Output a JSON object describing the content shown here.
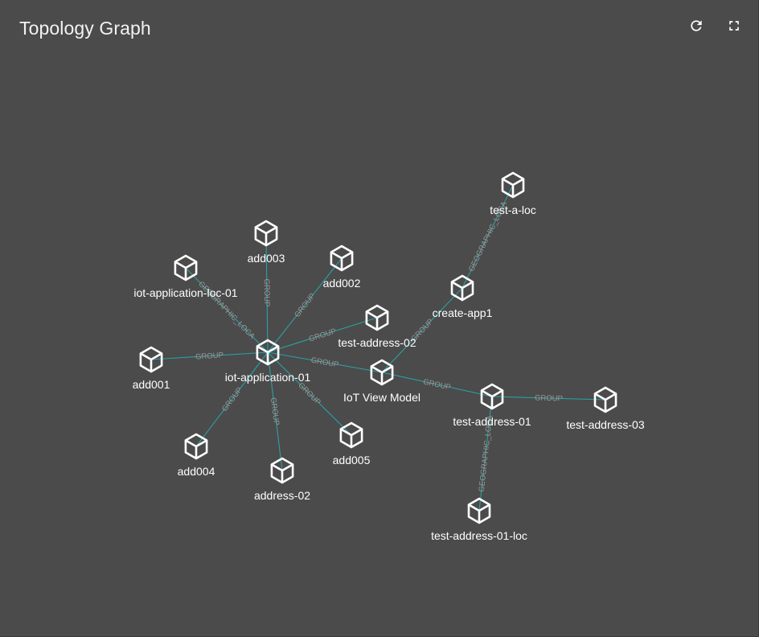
{
  "header": {
    "title": "Topology Graph",
    "refresh_icon": "refresh-icon",
    "fullscreen_icon": "fullscreen-icon"
  },
  "colors": {
    "background": "#4b4b4b",
    "edge": "#2ba0a6",
    "edge_label": "#9a9a9a",
    "node": "#ffffff"
  },
  "graph": {
    "nodes": [
      {
        "id": "add003",
        "label": "add003"
      },
      {
        "id": "add002",
        "label": "add002"
      },
      {
        "id": "iot-application-loc-01",
        "label": "iot-application-loc-01"
      },
      {
        "id": "test-address-02",
        "label": "test-address-02"
      },
      {
        "id": "add001",
        "label": "add001"
      },
      {
        "id": "iot-application-01",
        "label": "iot-application-01"
      },
      {
        "id": "iot-view-model",
        "label": "IoT View Model"
      },
      {
        "id": "add004",
        "label": "add004"
      },
      {
        "id": "address-02",
        "label": "address-02"
      },
      {
        "id": "add005",
        "label": "add005"
      },
      {
        "id": "test-a-loc",
        "label": "test-a-loc"
      },
      {
        "id": "create-app1",
        "label": "create-app1"
      },
      {
        "id": "test-address-01",
        "label": "test-address-01"
      },
      {
        "id": "test-address-03",
        "label": "test-address-03"
      },
      {
        "id": "test-address-01-loc",
        "label": "test-address-01-loc"
      }
    ],
    "edges": [
      {
        "from": "iot-application-01",
        "to": "add003",
        "label": "GROUP"
      },
      {
        "from": "iot-application-01",
        "to": "add002",
        "label": "GROUP"
      },
      {
        "from": "iot-application-01",
        "to": "iot-application-loc-01",
        "label": "GEOGRAPHIC_LOCA"
      },
      {
        "from": "iot-application-01",
        "to": "test-address-02",
        "label": "GROUP"
      },
      {
        "from": "iot-application-01",
        "to": "add001",
        "label": "GROUP"
      },
      {
        "from": "iot-application-01",
        "to": "iot-view-model",
        "label": "GROUP"
      },
      {
        "from": "iot-application-01",
        "to": "add004",
        "label": "GROUP"
      },
      {
        "from": "iot-application-01",
        "to": "address-02",
        "label": "GROUP"
      },
      {
        "from": "iot-application-01",
        "to": "add005",
        "label": "GROUP"
      },
      {
        "from": "iot-view-model",
        "to": "create-app1",
        "label": "GROUP"
      },
      {
        "from": "iot-view-model",
        "to": "test-address-01",
        "label": "GROUP"
      },
      {
        "from": "create-app1",
        "to": "test-a-loc",
        "label": "GEOGRAPHIC_LOCA"
      },
      {
        "from": "test-address-01",
        "to": "test-address-03",
        "label": "GROUP"
      },
      {
        "from": "test-address-01",
        "to": "test-address-01-loc",
        "label": "GEOGRAPHIC_LOCA"
      }
    ]
  }
}
